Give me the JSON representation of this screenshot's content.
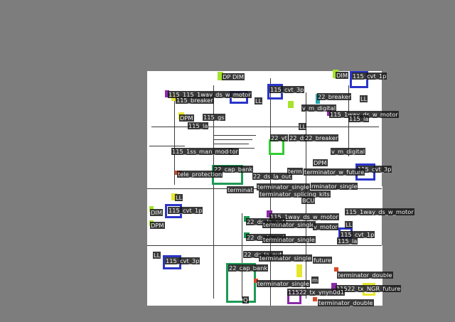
{
  "colors": {
    "background": "#7d7d7d",
    "sheet": "#ffffff",
    "label_bg": "#1a1a1a",
    "label_text": "#f2f2f2",
    "blue": "#2b35c8",
    "green": "#1e9a55",
    "yellow": "#e6e62e",
    "purple": "#8b2aa8",
    "cyan": "#27a6b0",
    "red": "#d84a2a",
    "lime": "#33cc33"
  },
  "labels": [
    "DP DIM",
    "DIM",
    "115_cvt_1p",
    "115_115_1way_ds_w_motor",
    "115_cvt_3p",
    "115_breaker",
    "22_breaker",
    "v_m_digital",
    "DPM",
    "115_gs",
    "115_1way_ds_w_motor",
    "115_la",
    "115_la",
    "22_vt",
    "22_ds",
    "22_breaker",
    "115_1ss_man_mode",
    "tor",
    "v_m_digital",
    "DPM",
    "115_cvt_3p",
    "22_cap_bank",
    "tele_protection",
    "22_ds_la_out",
    "term",
    "terminator_w_future",
    "terminator_single",
    "rminator_single",
    "terminat",
    "terminator_splicing_kits",
    "BCU",
    "DIM",
    "115_cvt_1p",
    "115_1way_ds_w_motor",
    "DPM",
    "115_1way_ds_w_motor",
    "22_ds_la_out",
    "terminator_single",
    "v_motor",
    "LL",
    "115_cvt_1p",
    "115_la",
    "22_ds_la_out",
    "terminator_single",
    "22_ds_la_out",
    "terminator_single",
    "future",
    "LL",
    "115_cvt_3p",
    "22_cap_bank",
    "m",
    "terminator_double",
    "terminator_single",
    "11522_tx_NGR_future",
    "11522_tx_ynyn0d1",
    "Q",
    "terminator_double",
    "LL",
    "LL",
    "LL",
    "LL"
  ]
}
